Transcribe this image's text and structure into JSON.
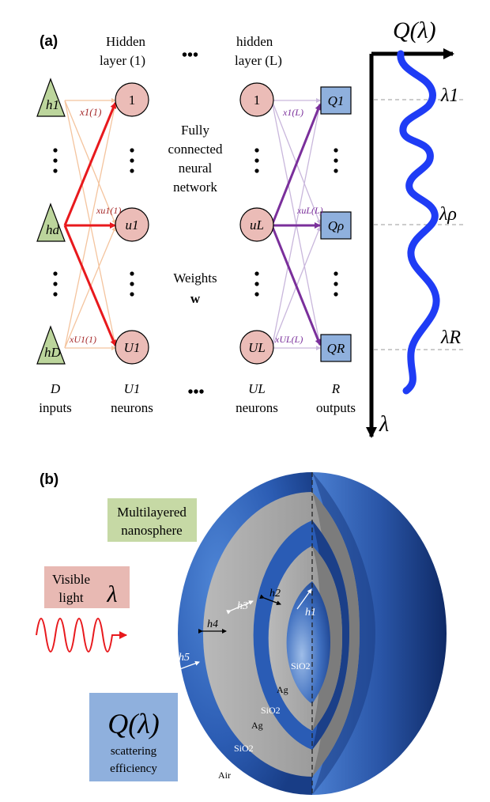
{
  "panel_a": {
    "label": "(a)",
    "hidden1_line1": "Hidden",
    "hidden1_line2": "layer (1)",
    "hiddenL_line1": "hidden",
    "hiddenL_line2": "layer (L)",
    "top_ellipsis": "•••",
    "bottom_ellipsis": "•••",
    "inputs": {
      "h1": "h1",
      "hd": "hd",
      "hD": "hD"
    },
    "neurons1": {
      "n1": "1",
      "u1": "u1",
      "U1": "U1"
    },
    "neuronsL": {
      "n1": "1",
      "uL": "uL",
      "UL": "UL"
    },
    "outputs": {
      "Q1": "Q1",
      "Qrho": "Qρ",
      "QR": "QR"
    },
    "x_labels": {
      "x1_1": "x1(1)",
      "xu1": "xu1(1)",
      "xU1": "xU1(1)",
      "x1_L": "x1(L)",
      "xuL": "xuL(L)",
      "xUL": "xUL(L)"
    },
    "center_text_1": "Fully",
    "center_text_2": "connected",
    "center_text_3": "neural",
    "center_text_4": "network",
    "weights_1": "Weights",
    "weights_2": "w",
    "bottom_labels": {
      "inputs_top": "D",
      "inputs_bottom": "inputs",
      "n1_top": "U1",
      "n1_bottom": "neurons",
      "nL_top": "UL",
      "nL_bottom": "neurons",
      "out_top": "R",
      "out_bottom": "outputs"
    },
    "spectrum": {
      "q_label": "Q(λ)",
      "lambda_axis": "λ",
      "lambda_1": "λ1",
      "lambda_rho": "λρ",
      "lambda_R": "λR",
      "curve_color": "#1f3cf5"
    }
  },
  "panel_b": {
    "label": "(b)",
    "multilayer_1": "Multilayered",
    "multilayer_2": "nanosphere",
    "visible_1": "Visible",
    "visible_2": "light",
    "visible_lambda": "λ",
    "q_big": "Q(λ)",
    "q_sub_1": "scattering",
    "q_sub_2": "efficiency",
    "h_labels": {
      "h1": "h1",
      "h2": "h2",
      "h3": "h3",
      "h4": "h4",
      "h5": "h5"
    },
    "materials": {
      "sio2_core": "SiO2",
      "ag_1": "Ag",
      "sio2_2": "SiO2",
      "ag_2": "Ag",
      "sio2_3": "SiO2",
      "air": "Air"
    },
    "colors": {
      "green_box": "#c6d9a5",
      "pink_box": "#e8b9b3",
      "blue_box": "#8fb0dd",
      "wave": "#e8191d"
    }
  }
}
